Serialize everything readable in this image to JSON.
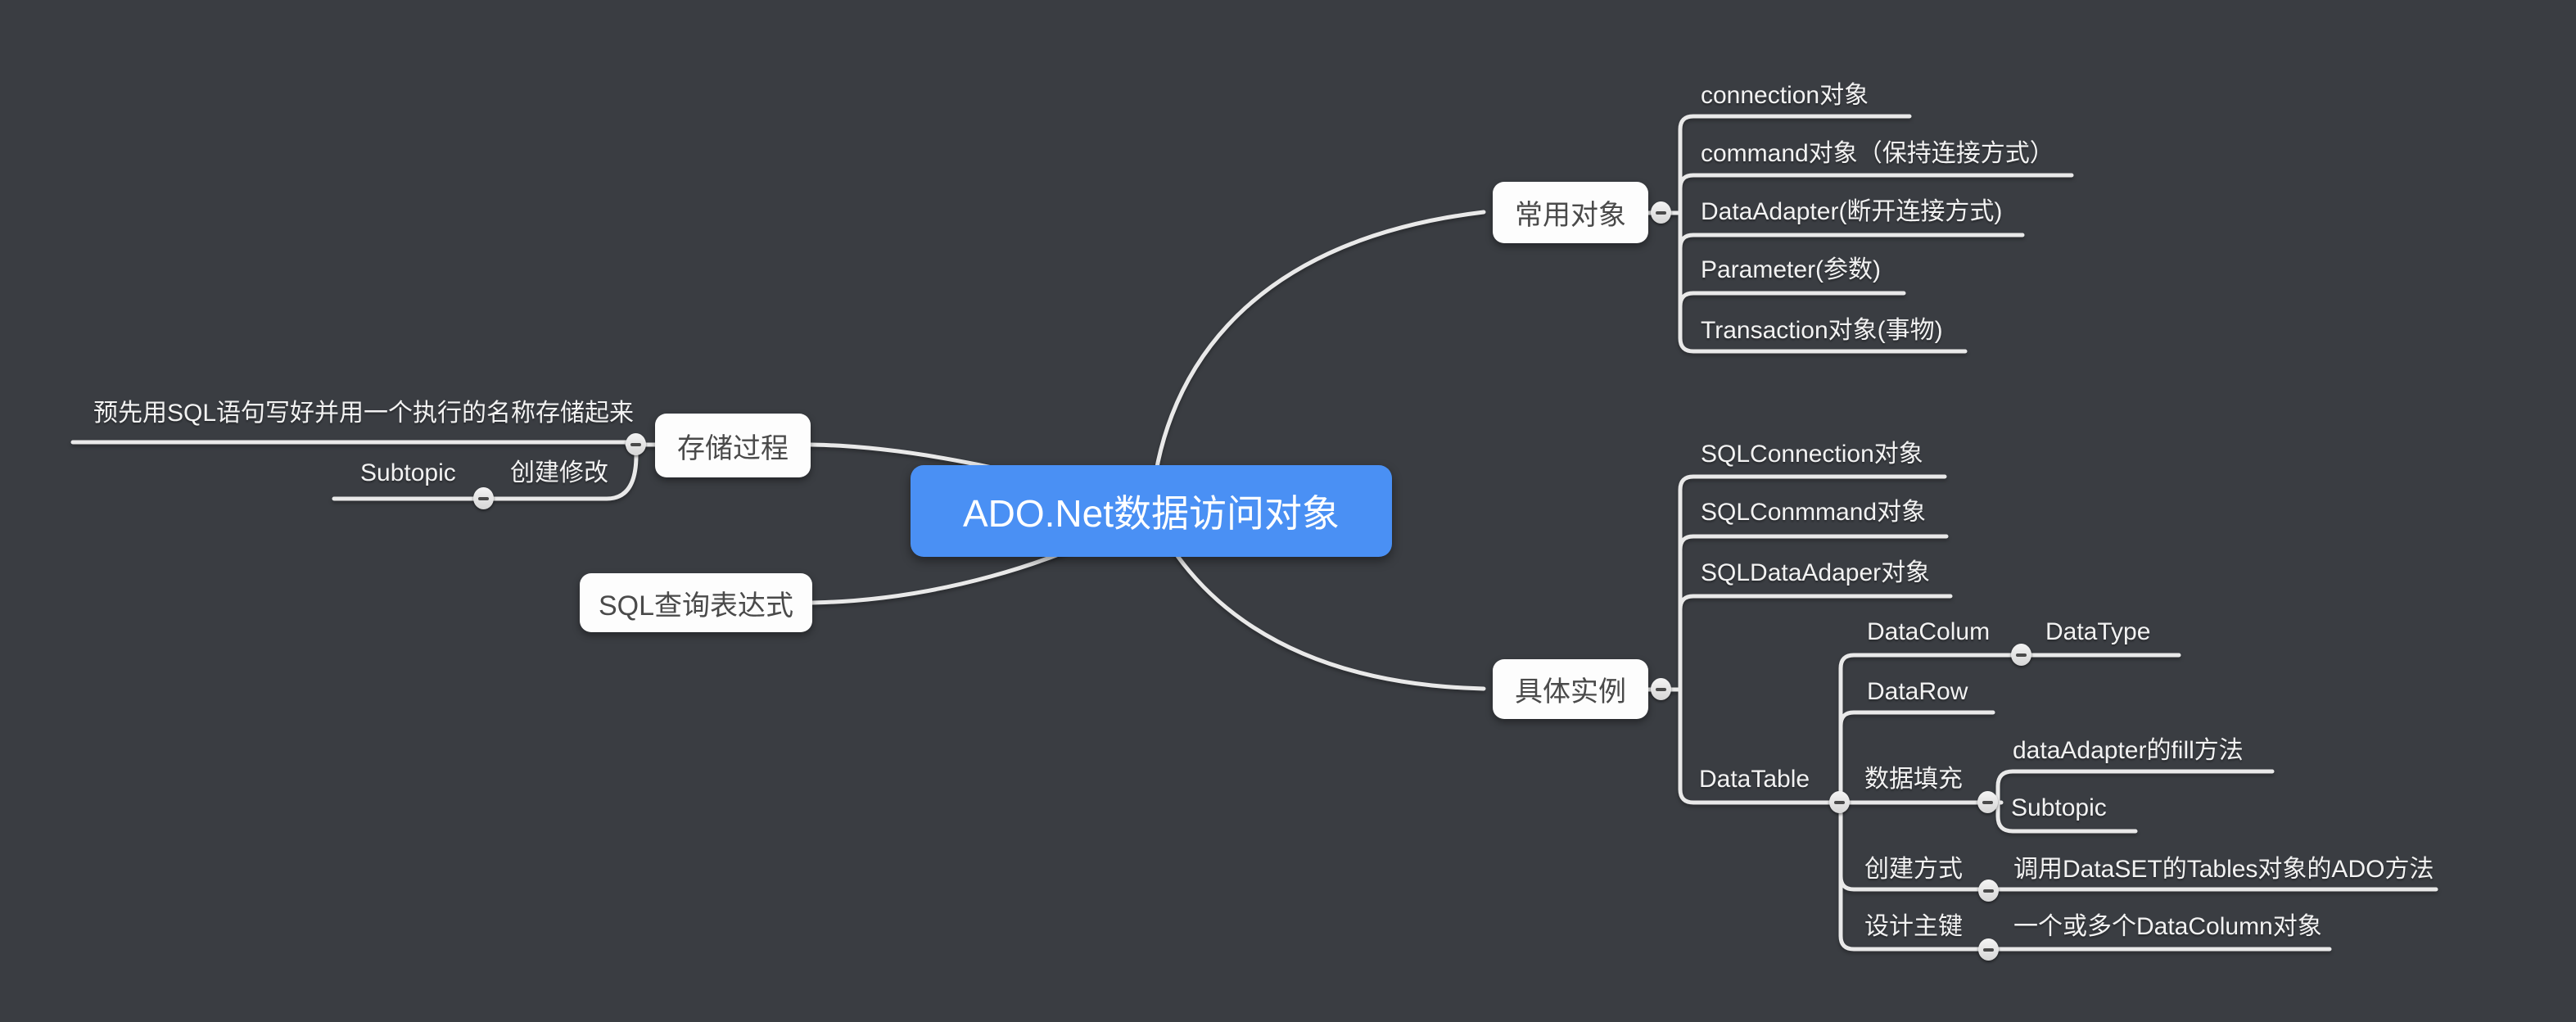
{
  "theme": {
    "background": "#3a3d42",
    "line": "#e9e9e9",
    "root_fill": "#4a90f4",
    "root_text": "#ffffff",
    "node_fill": "#fdfdfd",
    "node_text": "#4a4a4a",
    "label_text": "#f2f2f2"
  },
  "mindmap": {
    "root": {
      "label": "ADO.Net数据访问对象"
    },
    "branches": [
      {
        "label": "常用对象",
        "side": "right",
        "children": [
          {
            "label": "connection对象"
          },
          {
            "label": "command对象（保持连接方式）"
          },
          {
            "label": "DataAdapter(断开连接方式)"
          },
          {
            "label": "Parameter(参数)"
          },
          {
            "label": "Transaction对象(事物)"
          }
        ]
      },
      {
        "label": "存储过程",
        "side": "left",
        "children": [
          {
            "label": "预先用SQL语句写好并用一个执行的名称存储起来"
          },
          {
            "label": "创建修改",
            "children": [
              {
                "label": "Subtopic"
              }
            ]
          }
        ]
      },
      {
        "label": "SQL查询表达式",
        "side": "left",
        "children": []
      },
      {
        "label": "具体实例",
        "side": "right",
        "children": [
          {
            "label": "SQLConnection对象"
          },
          {
            "label": "SQLConmmand对象"
          },
          {
            "label": "SQLDataAdaper对象"
          },
          {
            "label": "DataTable",
            "children": [
              {
                "label": "DataColum",
                "children": [
                  {
                    "label": "DataType"
                  }
                ]
              },
              {
                "label": "DataRow"
              },
              {
                "label": "数据填充",
                "children": [
                  {
                    "label": "dataAdapter的fill方法"
                  },
                  {
                    "label": "Subtopic"
                  }
                ]
              },
              {
                "label": "创建方式",
                "children": [
                  {
                    "label": "调用DataSET的Tables对象的ADO方法"
                  }
                ]
              },
              {
                "label": "设计主键",
                "children": [
                  {
                    "label": "一个或多个DataColumn对象"
                  }
                ]
              }
            ]
          }
        ]
      }
    ]
  }
}
